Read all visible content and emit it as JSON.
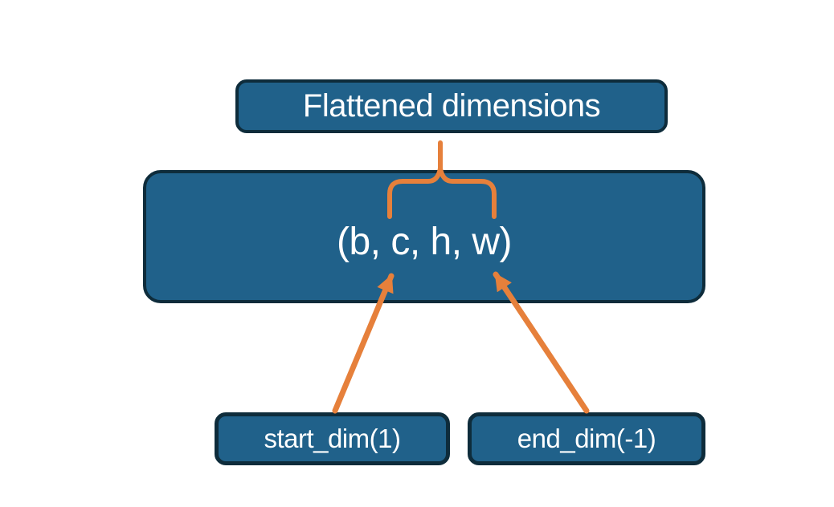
{
  "colors": {
    "background": "#ffffff",
    "box-fill": "#20618a",
    "box-border": "#0e2c3b",
    "connector": "#e6803b",
    "text": "#ffffff"
  },
  "nodes": {
    "flattened": {
      "label": "Flattened dimensions"
    },
    "tuple": {
      "label": "(b, c, h, w)"
    },
    "start_dim": {
      "label": "start_dim(1)"
    },
    "end_dim": {
      "label": "end_dim(-1)"
    }
  }
}
